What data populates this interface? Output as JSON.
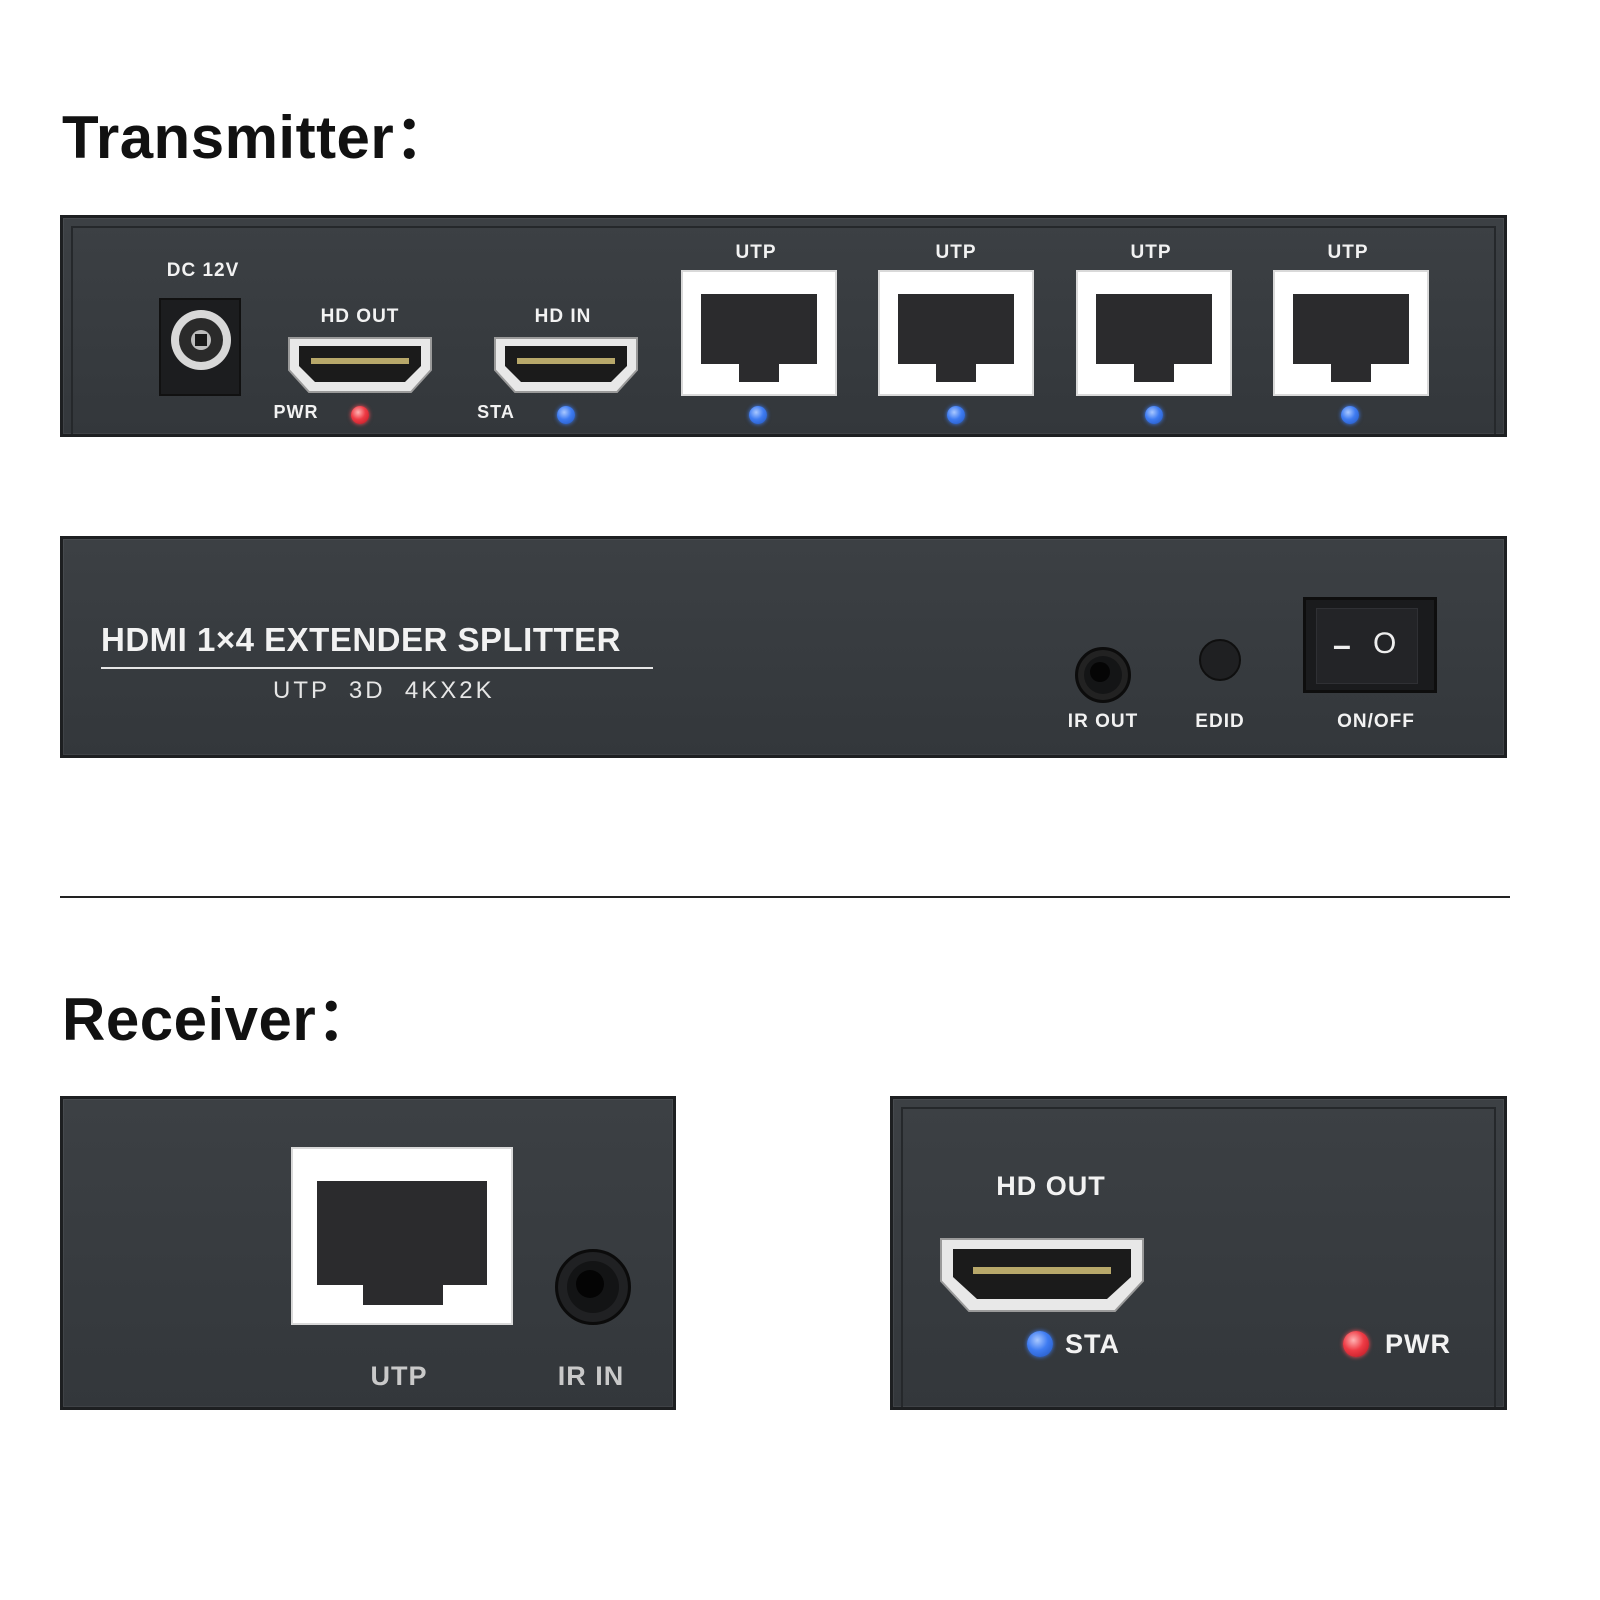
{
  "headings": {
    "transmitter": "Transmitter：",
    "receiver": "Receiver："
  },
  "transmitter_back": {
    "dc_label": "DC 12V",
    "hd_out_label": "HD OUT",
    "hd_in_label": "HD IN",
    "pwr_label": "PWR",
    "sta_label": "STA",
    "utp_labels": [
      "UTP",
      "UTP",
      "UTP",
      "UTP"
    ]
  },
  "transmitter_front": {
    "product_title": "HDMI 1×4 EXTENDER SPLITTER",
    "product_subtitle": "UTP  3D  4KX2K",
    "ir_out_label": "IR OUT",
    "edid_label": "EDID",
    "onoff_label": "ON/OFF",
    "switch_dash": "–",
    "switch_circle": "O"
  },
  "receiver_left": {
    "utp_label": "UTP",
    "ir_in_label": "IR IN"
  },
  "receiver_right": {
    "hd_out_label": "HD OUT",
    "sta_label": "STA",
    "pwr_label": "PWR"
  },
  "colors": {
    "panel": "#373b3f",
    "led_blue": "#3f7cf2",
    "led_red": "#ef3b45"
  }
}
